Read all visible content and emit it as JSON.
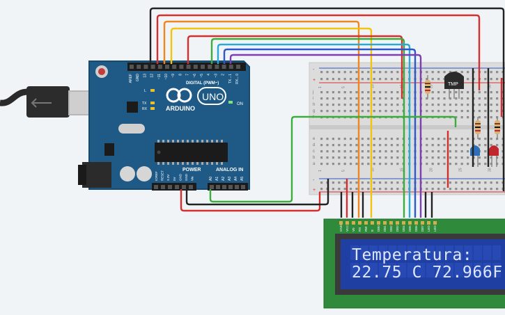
{
  "arduino": {
    "logo_text": "ARDUINO",
    "uno_text": "UNO",
    "digital_label": "DIGITAL (PWM~)",
    "power_label": "POWER",
    "analog_label": "ANALOG IN",
    "on_label": "ON",
    "led_labels": [
      "L",
      "TX",
      "RX"
    ],
    "digital_pins": [
      "AREF",
      "GND",
      "13",
      "12",
      "~11",
      "~10",
      "~9",
      "8",
      "7",
      "~6",
      "~5",
      "4",
      "~3",
      "2",
      "TX→1",
      "RX←0"
    ],
    "power_pins": [
      "IOREF",
      "RESET",
      "3.3V",
      "5V",
      "GND",
      "GND",
      "Vin"
    ],
    "analog_pins": [
      "A0",
      "A1",
      "A2",
      "A3",
      "A4",
      "A5"
    ]
  },
  "breadboard": {
    "row_letters_top": [
      "j",
      "i",
      "h",
      "g",
      "f"
    ],
    "row_letters_bottom": [
      "e",
      "d",
      "c",
      "b",
      "a"
    ],
    "column_numbers": [
      "1",
      "5",
      "10",
      "15",
      "20",
      "25",
      "30"
    ],
    "rail_symbols": [
      "+",
      "-"
    ]
  },
  "sensor": {
    "label": "TMP"
  },
  "lcd": {
    "pin_labels": [
      "GND",
      "VCC",
      "V0",
      "RS",
      "RW",
      "E",
      "DB0",
      "DB1",
      "DB2",
      "DB3",
      "DB4",
      "DB5",
      "DB6",
      "DB7",
      "LED",
      "LED"
    ],
    "line1": "Temperatura:",
    "line2": "22.75 C  72.966F"
  },
  "colors": {
    "background": "#f1f4f6",
    "arduino_board": "#1f5a87",
    "lcd_board": "#2f8a3b",
    "lcd_screen": "#1f3fa3",
    "lcd_text": "#dfe7ff",
    "led_red": "#c0262d",
    "led_blue": "#2d6fb8",
    "wire_black": "#222222",
    "wire_red": "#d32f2f",
    "wire_orange": "#f0861d",
    "wire_yellow": "#f2c40c",
    "wire_green": "#3cac3c",
    "wire_cyan": "#29a9d6",
    "wire_blue": "#2c59c9",
    "wire_purple": "#7b3fb3"
  }
}
